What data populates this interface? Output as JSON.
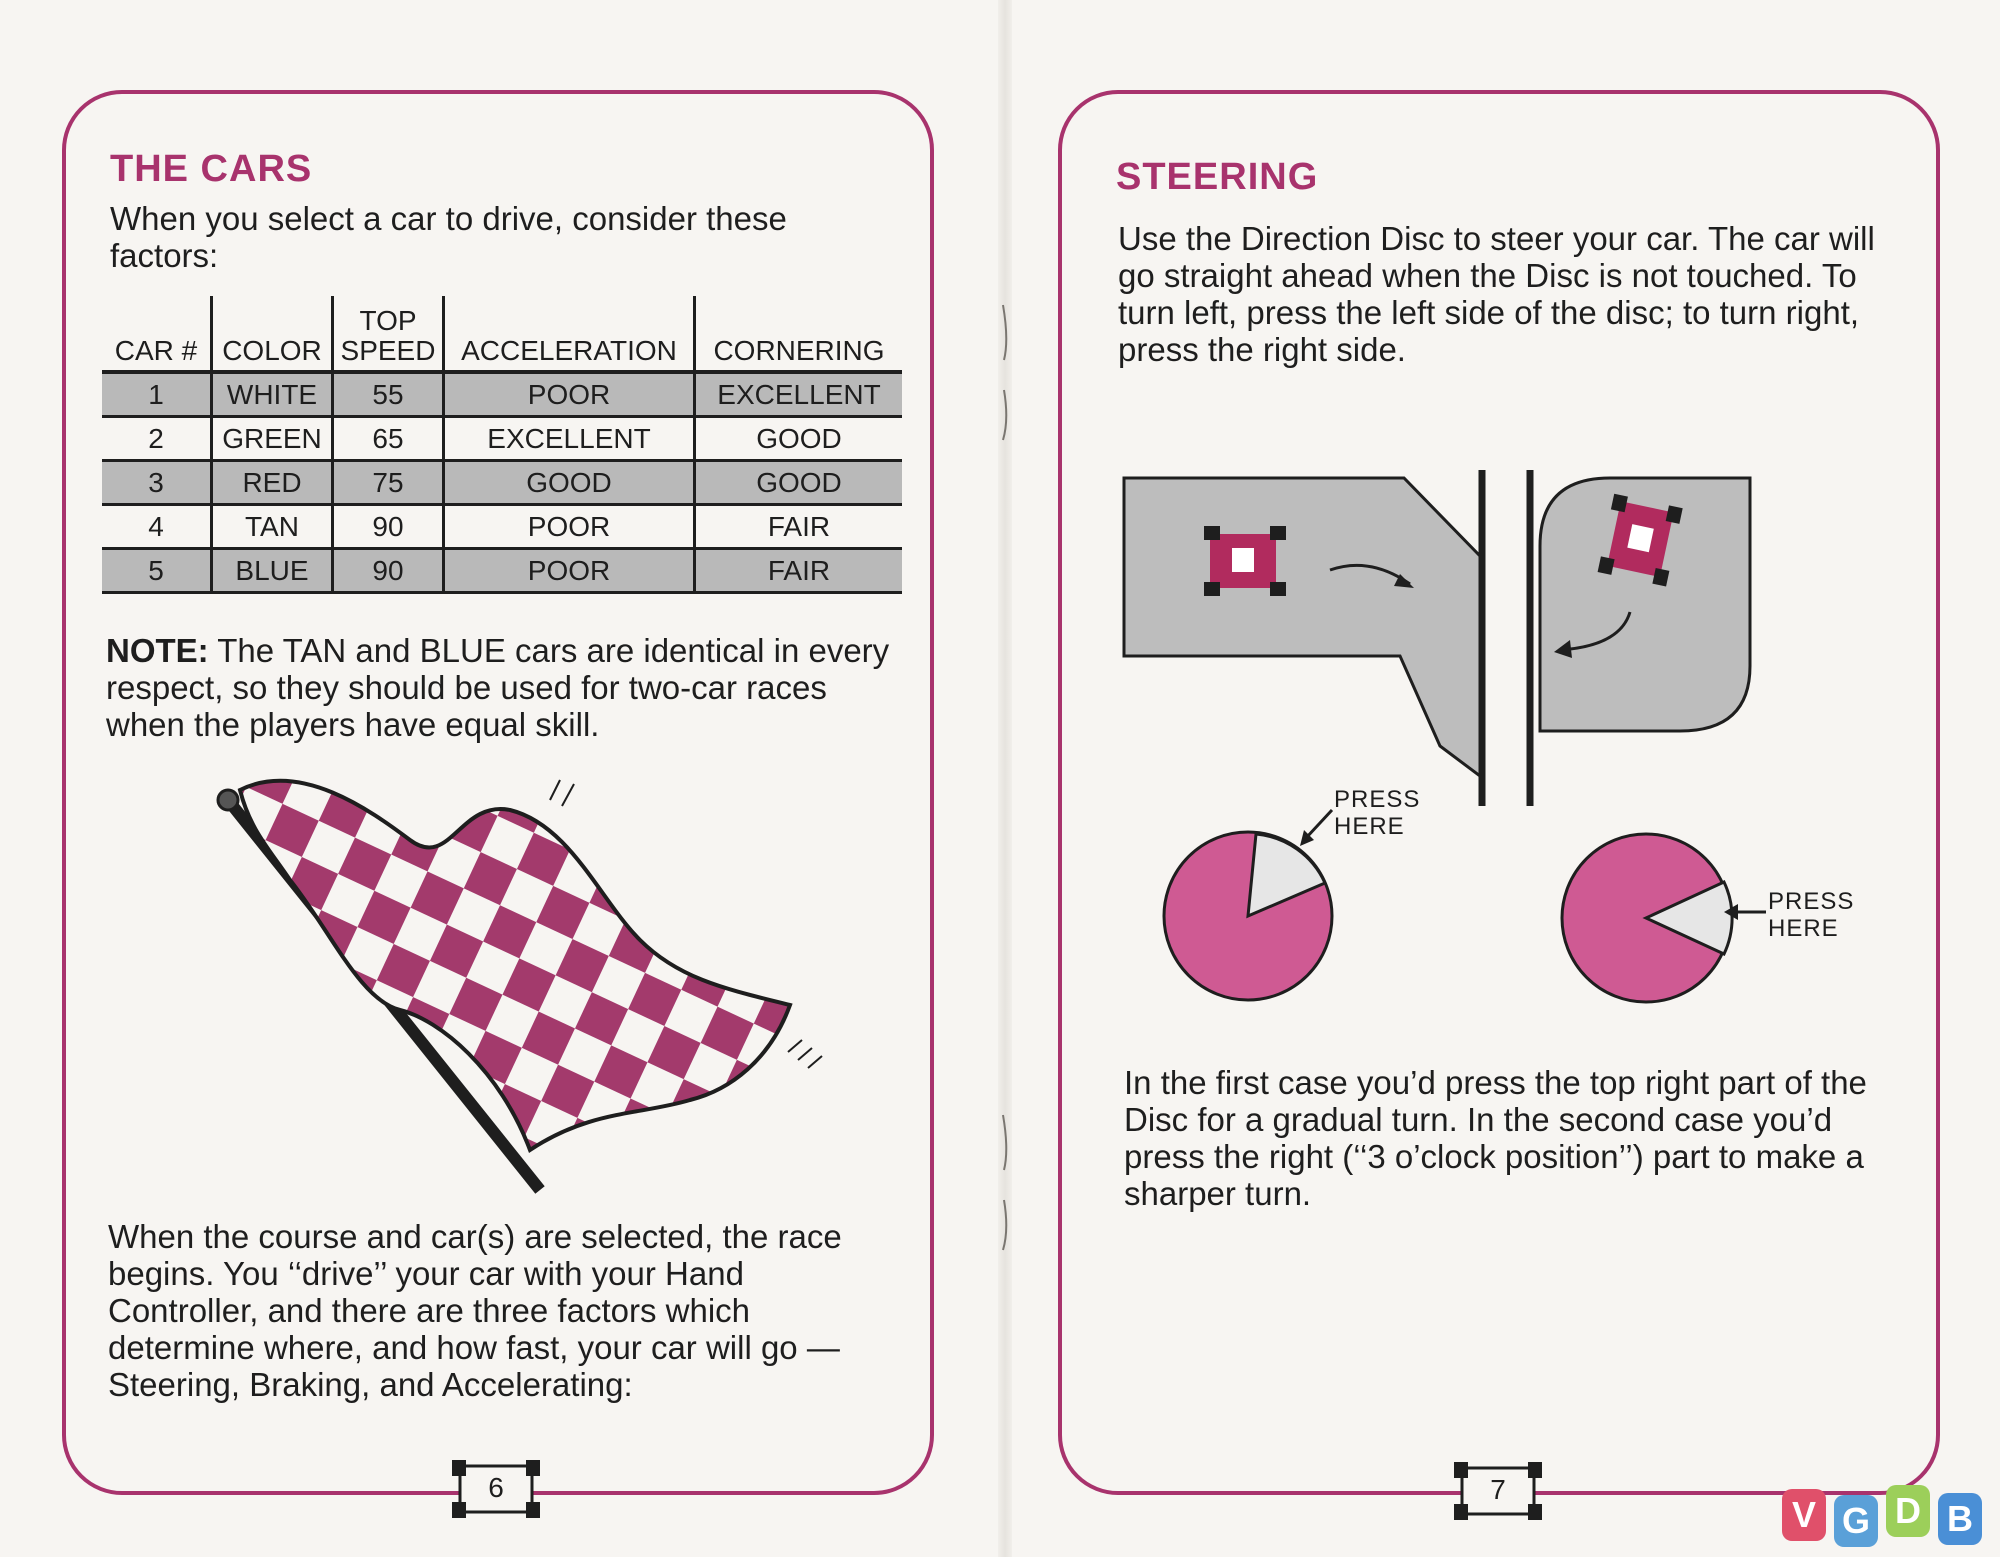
{
  "left_page": {
    "heading": "THE CARS",
    "intro": "When you select a car to drive, consider these factors:",
    "table": {
      "headers": [
        "CAR #",
        "COLOR",
        "TOP SPEED",
        "ACCELERATION",
        "CORNERING"
      ],
      "rows": [
        [
          "1",
          "WHITE",
          "55",
          "POOR",
          "EXCELLENT"
        ],
        [
          "2",
          "GREEN",
          "65",
          "EXCELLENT",
          "GOOD"
        ],
        [
          "3",
          "RED",
          "75",
          "GOOD",
          "GOOD"
        ],
        [
          "4",
          "TAN",
          "90",
          "POOR",
          "FAIR"
        ],
        [
          "5",
          "BLUE",
          "90",
          "POOR",
          "FAIR"
        ]
      ]
    },
    "note_label": "NOTE:",
    "note_text": " The TAN and BLUE cars are identical in every respect, so they should be used for two-car races when the players have equal skill.",
    "race_text": "When the course and car(s) are selected, the race begins. You ‘‘drive’’ your car with your Hand Controller, and there are three factors which determine where, and how fast, your car will go — Steering, Braking, and Accelerating:",
    "page_number": "6"
  },
  "right_page": {
    "heading": "STEERING",
    "intro": "Use the Direction Disc to steer your car. The car will go straight ahead when the Disc is not touched. To turn left, press the left side of the disc; to turn right, press the right side.",
    "press_label_1": "PRESS HERE",
    "press_label_2": "PRESS HERE",
    "outro": "In the first case you’d press the top right part of the Disc for a gradual turn. In the second case you’d press the right (‘‘3 o’clock position’’) part to make a sharper turn.",
    "page_number": "7"
  },
  "watermark": {
    "letters": [
      "V",
      "G",
      "D",
      "B"
    ],
    "colors": [
      "#e0506a",
      "#5aa0d8",
      "#9ccf5a",
      "#4a8fd6"
    ]
  },
  "colors": {
    "accent": "#a8336d",
    "disc": "#cf5a93",
    "track": "#bdbdbd",
    "table_shade": "#b9b9b9"
  }
}
